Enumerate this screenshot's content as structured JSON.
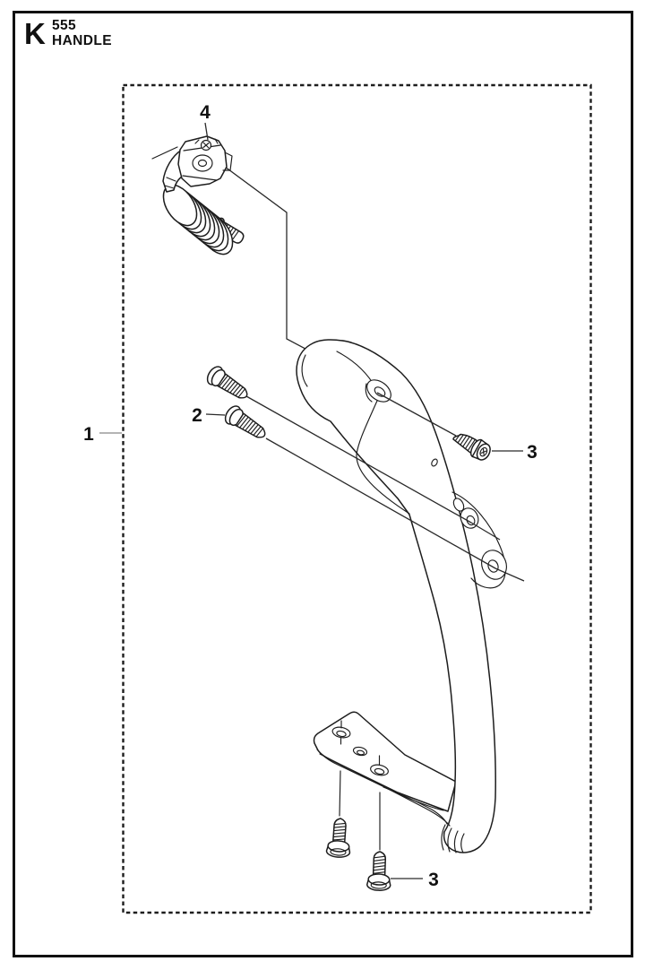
{
  "header": {
    "section_letter": "K",
    "model": "555",
    "title": "HANDLE"
  },
  "callouts": {
    "handle_assembly": "1",
    "mount_screws_long": "2",
    "torx_screw_right": "3",
    "torx_screw_bottom": "3",
    "vibration_spring_unit": "4"
  },
  "colors": {
    "ink": "#1d1d1d",
    "leader_gray": "#9b9b9b",
    "background": "#ffffff"
  }
}
